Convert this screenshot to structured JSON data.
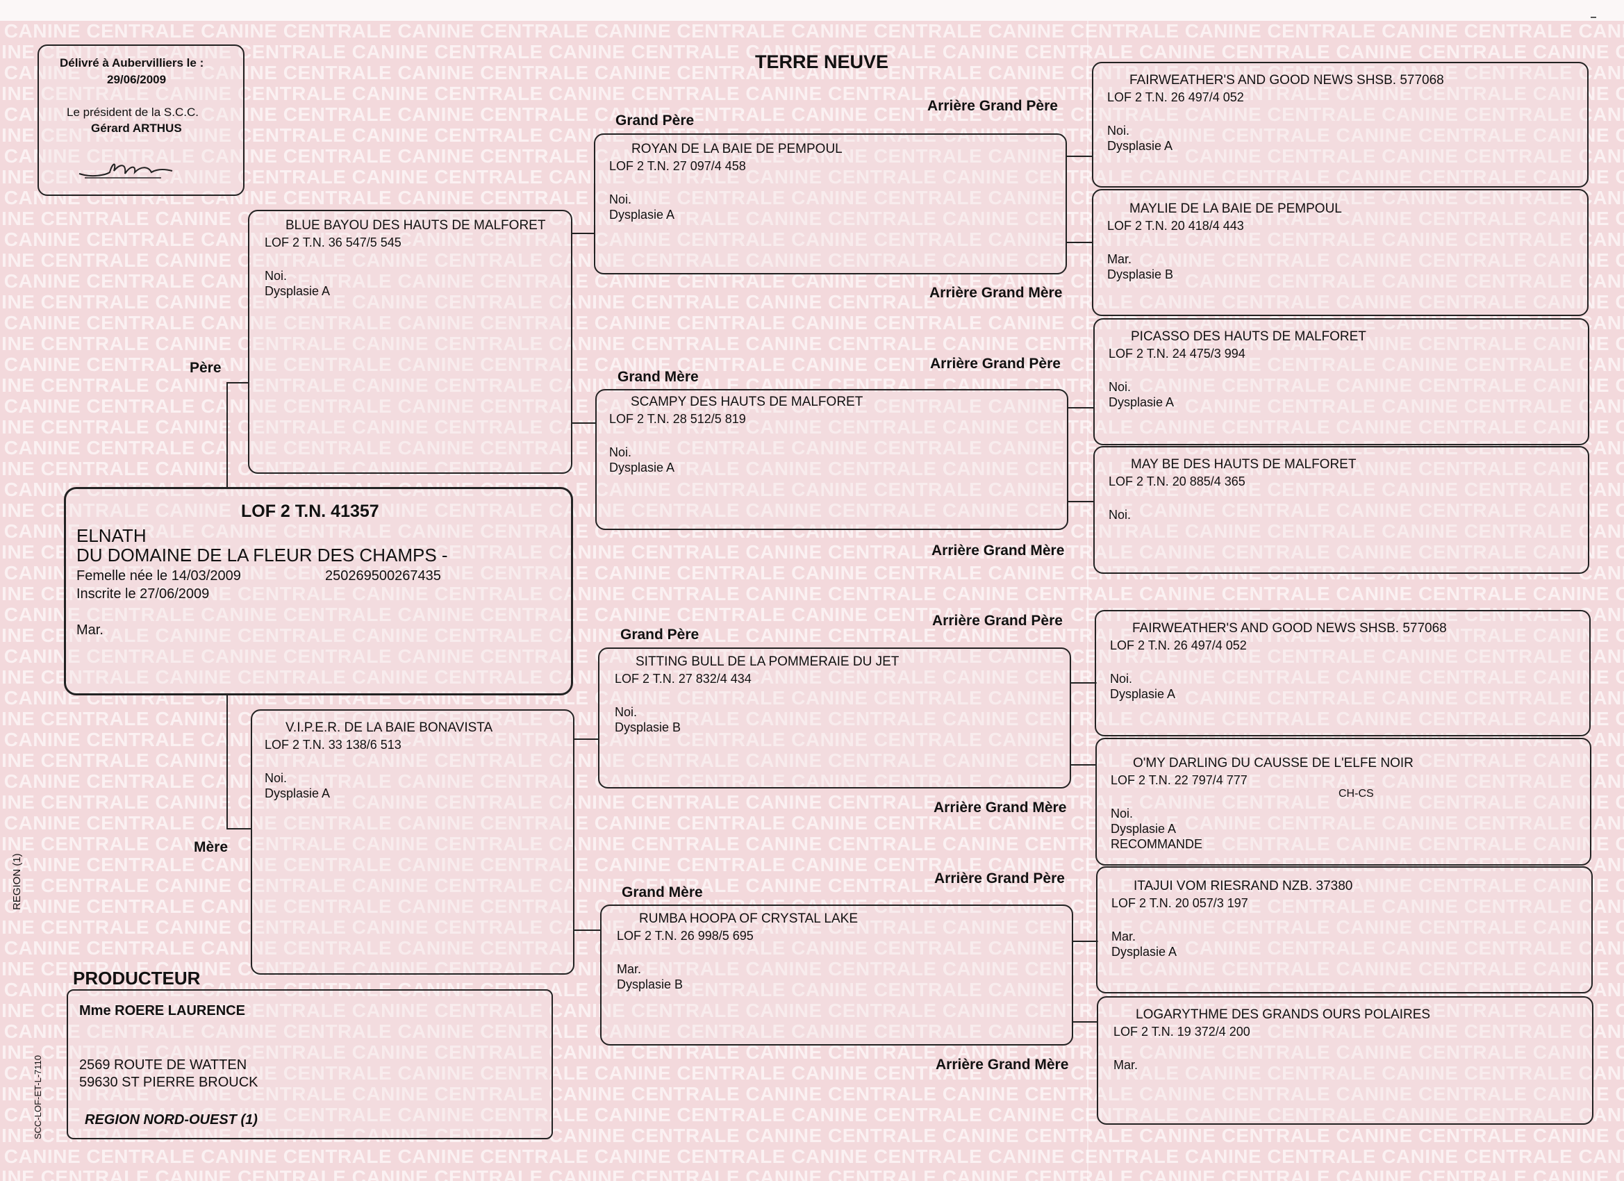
{
  "breed": "TERRE NEUVE",
  "watermark": "CANINE CENTRALE",
  "issue": {
    "line1": "Délivré à Aubervilliers le :",
    "date": "29/06/2009",
    "president_line": "Le président de la S.C.C.",
    "president_name": "Gérard ARTHUS"
  },
  "subject": {
    "registration": "LOF 2 T.N. 41357",
    "name_line1": "ELNATH",
    "name_line2": "DU DOMAINE DE LA FLEUR DES CHAMPS -",
    "birth": "Femelle née le  14/03/2009",
    "chip": "250269500267435",
    "inscription": "Inscrite le 27/06/2009",
    "color": "Mar."
  },
  "labels": {
    "pere": "Père",
    "mere": "Mère",
    "grand_pere": "Grand Père",
    "grand_mere": "Grand Mère",
    "arriere_grand_pere": "Arrière Grand Père",
    "arriere_grand_mere": "Arrière Grand Mère",
    "producteur": "PRODUCTEUR"
  },
  "parents": {
    "sire": {
      "name": "BLUE BAYOU  DES HAUTS DE MALFORET",
      "lof": "LOF 2 T.N. 36 547/5 545",
      "line1": "Noi.",
      "line2": "Dysplasie A"
    },
    "dam": {
      "name": "V.I.P.E.R.  DE LA BAIE BONAVISTA",
      "lof": "LOF 2 T.N. 33 138/6 513",
      "line1": "Noi.",
      "line2": "Dysplasie A"
    }
  },
  "grandparents": [
    {
      "name": "ROYAN  DE LA BAIE DE PEMPOUL",
      "lof": "LOF 2 T.N. 27 097/4 458",
      "line1": "Noi.",
      "line2": "Dysplasie A"
    },
    {
      "name": "SCAMPY  DES HAUTS DE MALFORET",
      "lof": "LOF 2 T.N. 28 512/5 819",
      "line1": "Noi.",
      "line2": "Dysplasie A"
    },
    {
      "name": "SITTING BULL  DE LA POMMERAIE DU JET",
      "lof": "LOF 2 T.N. 27 832/4 434",
      "line1": "Noi.",
      "line2": "Dysplasie B"
    },
    {
      "name": "RUMBA HOOPA  OF CRYSTAL LAKE",
      "lof": "LOF 2 T.N. 26 998/5 695",
      "line1": "Mar.",
      "line2": "Dysplasie B"
    }
  ],
  "great_grandparents": [
    {
      "name": "FAIRWEATHER'S AND GOOD NEWS SHSB. 577068",
      "lof": "LOF 2 T.N. 26 497/4 052",
      "line1": "Noi.",
      "line2": "Dysplasie A",
      "line3": "",
      "title": ""
    },
    {
      "name": "MAYLIE  DE LA BAIE DE PEMPOUL",
      "lof": "LOF 2 T.N. 20 418/4 443",
      "line1": "Mar.",
      "line2": "Dysplasie B",
      "line3": "",
      "title": ""
    },
    {
      "name": "PICASSO  DES HAUTS DE MALFORET",
      "lof": "LOF 2 T.N. 24 475/3 994",
      "line1": "Noi.",
      "line2": "Dysplasie A",
      "line3": "",
      "title": ""
    },
    {
      "name": "MAY BE  DES HAUTS DE MALFORET",
      "lof": "LOF 2 T.N. 20 885/4 365",
      "line1": "Noi.",
      "line2": "",
      "line3": "",
      "title": ""
    },
    {
      "name": "FAIRWEATHER'S AND GOOD NEWS SHSB. 577068",
      "lof": "LOF 2 T.N. 26 497/4 052",
      "line1": "Noi.",
      "line2": "Dysplasie A",
      "line3": "",
      "title": ""
    },
    {
      "name": "O'MY DARLING  DU CAUSSE DE L'ELFE NOIR",
      "lof": "LOF 2 T.N. 22 797/4 777",
      "line1": "Noi.",
      "line2": "Dysplasie A",
      "line3": "RECOMMANDE",
      "title": "CH-CS"
    },
    {
      "name": "ITAJUI VOM RIESRAND NZB. 37380",
      "lof": "LOF 2 T.N. 20 057/3 197",
      "line1": "Mar.",
      "line2": "Dysplasie A",
      "line3": "",
      "title": ""
    },
    {
      "name": "LOGARYTHME  DES GRANDS OURS POLAIRES",
      "lof": "LOF 2 T.N. 19 372/4 200",
      "line1": "Mar.",
      "line2": "",
      "line3": "",
      "title": ""
    }
  ],
  "producer": {
    "name": "Mme ROERE LAURENCE",
    "address1": "2569 ROUTE DE WATTEN",
    "address2": "59630 ST PIERRE BROUCK",
    "region": "REGION NORD-OUEST (1)"
  },
  "side": {
    "region": "REGION (1)",
    "form_code": "SCC-LOF-ET-L-7110"
  }
}
